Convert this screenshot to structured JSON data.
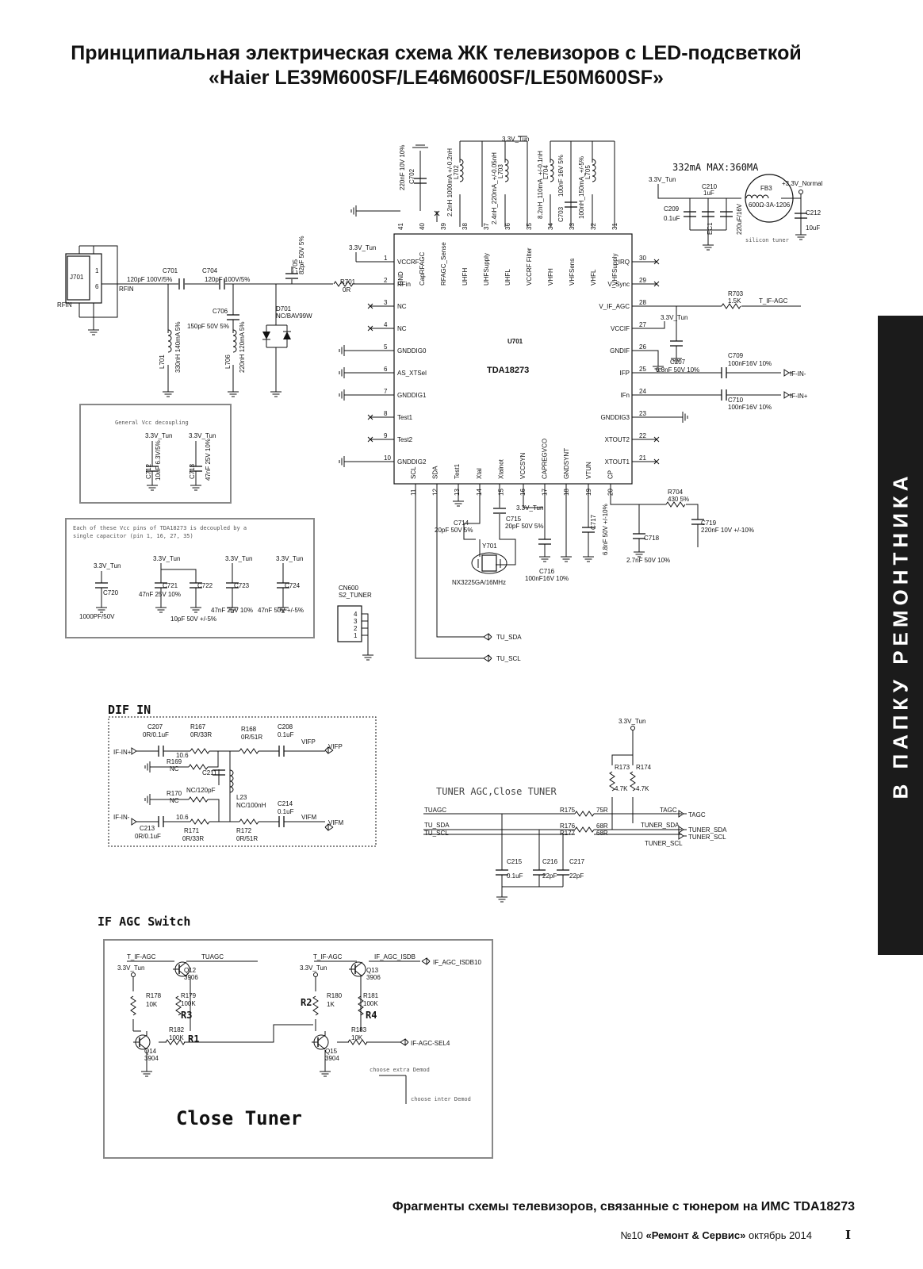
{
  "title_line1": "Принципиальная электрическая схема ЖК телевизоров с LED-подсветкой",
  "title_line2": "«Haier LE39M600SF/LE46M600SF/LE50M600SF»",
  "sidebar_text": "В ПАПКУ РЕМОНТНИКА",
  "caption": "Фрагменты схемы телевизоров, связанные с тюнером на ИМС TDA18273",
  "footer": {
    "prefix": "№10 ",
    "magazine": "«Ремонт & Сервис»",
    "date": " октябрь 2014"
  },
  "page_number": "I",
  "ic": {
    "ref": "U701",
    "part": "TDA18273",
    "left_pins": [
      {
        "num": "1",
        "name": "VCCRF"
      },
      {
        "num": "2",
        "name": "RFin"
      },
      {
        "num": "3",
        "name": "NC"
      },
      {
        "num": "4",
        "name": "NC"
      },
      {
        "num": "5",
        "name": "GNDDIG0"
      },
      {
        "num": "6",
        "name": "AS_XTSel"
      },
      {
        "num": "7",
        "name": "GNDDIG1"
      },
      {
        "num": "8",
        "name": "Test1"
      },
      {
        "num": "9",
        "name": "Test2"
      },
      {
        "num": "10",
        "name": "GNDDIG2"
      }
    ],
    "right_pins": [
      {
        "num": "30",
        "name": "IRQ"
      },
      {
        "num": "29",
        "name": "V_Sync"
      },
      {
        "num": "28",
        "name": "V_IF_AGC"
      },
      {
        "num": "27",
        "name": "VCCIF"
      },
      {
        "num": "26",
        "name": "GNDIF"
      },
      {
        "num": "25",
        "name": "IFP"
      },
      {
        "num": "24",
        "name": "IFn"
      },
      {
        "num": "23",
        "name": "GNDDIG3"
      },
      {
        "num": "22",
        "name": "XTOUT2"
      },
      {
        "num": "21",
        "name": "XTOUT1"
      }
    ],
    "top_pins": [
      {
        "num": "41",
        "name": "GND"
      },
      {
        "num": "40",
        "name": "CapRFAGC"
      },
      {
        "num": "39",
        "name": "RFAGC_Sense"
      },
      {
        "num": "38",
        "name": "UHFH"
      },
      {
        "num": "37",
        "name": "UHFSupply"
      },
      {
        "num": "36",
        "name": "UHFL"
      },
      {
        "num": "35",
        "name": "VCCRF Filter"
      },
      {
        "num": "34",
        "name": "VHFH"
      },
      {
        "num": "33",
        "name": "VHFSens"
      },
      {
        "num": "32",
        "name": "VHFL"
      },
      {
        "num": "31",
        "name": "VHFSupply"
      }
    ],
    "bottom_pins": [
      {
        "num": "11",
        "name": "SCL"
      },
      {
        "num": "12",
        "name": "SDA"
      },
      {
        "num": "13",
        "name": "Test1"
      },
      {
        "num": "14",
        "name": "Xtal"
      },
      {
        "num": "15",
        "name": "Xtalnot"
      },
      {
        "num": "16",
        "name": "VCCSYN"
      },
      {
        "num": "17",
        "name": "CAPREGVCO"
      },
      {
        "num": "18",
        "name": "GNDSYNT"
      },
      {
        "num": "19",
        "name": "VTUN"
      },
      {
        "num": "20",
        "name": "CP"
      }
    ]
  },
  "labels": {
    "pwr_note": "332mA MAX:360MA",
    "silicon": "silicon tuner",
    "rail_normal": "+3.3V_Normal",
    "tun": "3.3V_Tun",
    "c210": "C210",
    "c210v": "1uF",
    "fb3": "FB3",
    "fb3v": "600Ω-3A-1206",
    "c209": "C209",
    "c209v": "0.1uF",
    "ec1": "EC1",
    "ec1v": "220uF/16V",
    "c212": "C212",
    "c212v": "10uF",
    "c702": "C702",
    "c702v": "220nF 10V 10%",
    "l702": "L702",
    "l702v": "2.2nH 1000mA +/-0.2nH",
    "l703": "L703",
    "l703v": "2.4nH_220mA_+/-0.05nH",
    "l704": "L704",
    "l704v": "8.2nH_110mA_+/-0.1nH",
    "c703": "C703",
    "c703v": "100nF 16V 5%",
    "l705": "L705",
    "l705v": "100nH_150mA_+/-5%",
    "j701": "J701",
    "rfin": "RFIN",
    "rfin2": "RFIN",
    "c701": "C701",
    "c701v": "120pF 100V/5%",
    "c704": "C704",
    "c704v": "120pF 100V/5%",
    "c705": "C705",
    "c705v": "82pF 50V 5%",
    "r701": "R701",
    "r701v": "0R",
    "c706": "C706",
    "c706v": "150pF 50V 5%",
    "d701": "D701",
    "d701v": "NC/BAV99W",
    "l701": "L701",
    "l701v": "330nH 140mA 5%",
    "l706": "L706",
    "l706v": "220nH 120mA 5%",
    "r703": "R703",
    "r703v": "1.5K",
    "t_if_agc": "T_IF-AGC",
    "c707": "C707",
    "c708v": "6.8nF 50V 10%",
    "c709": "C709",
    "c709v": "100nF16V 10%",
    "c710": "C710",
    "c710v": "100nF16V 10%",
    "ifin_m": "IF-IN-",
    "ifin_p": "IF-IN+",
    "gvcc": "General Vcc decoupling",
    "c712": "C712",
    "c712v": "10uF 6.3V/5%",
    "c713": "C713",
    "c713v": "47nF 25V 10%",
    "note1": "Each of these Vcc pins of TDA18273 is decoupled by a",
    "note2": "single capacitor (pin 1, 16, 27, 35)",
    "c720": "C720",
    "c720v": "1000PF/50V",
    "c721": "C721",
    "c721v": "47nF 25V 10%",
    "c722": "C722",
    "c722v": "10pF 50V +/-5%",
    "c723": "C723",
    "c723v": "47nF 25V 10%",
    "c724": "C724",
    "c724v": "47nF 50V +/-5%",
    "cn600": "CN600",
    "cn600v": "S2_TUNER",
    "tu_sda": "TU_SDA",
    "tu_scl": "TU_SCL",
    "c714": "C714",
    "c714v": "20pF 50V 5%",
    "c715": "C715",
    "c715v": "20pF 50V 5%",
    "y701": "Y701",
    "y701v": "NX3225GA/16MHz",
    "c716": "C716",
    "c716v": "100nF16V 10%",
    "c717": "C717",
    "c717v": "6.8nF 50V +/-10%",
    "c718": "C718",
    "c718v": "2.7nF 50V 10%",
    "r704": "R704",
    "r704v": "430 5%",
    "c719": "C719",
    "c719v": "220nF 10V +/-10%",
    "dif": "DIF IN",
    "c207": "C207",
    "c207v": "0R/0.1uF",
    "r167": "R167",
    "r167v": "0R/33R",
    "r168": "R168",
    "r168v": "0R/51R",
    "c208": "C208",
    "c208v": "0.1uF",
    "vifp": "VIFP",
    "r169": "R169",
    "nc": "NC",
    "c211": "C211",
    "r170": "R170",
    "c211v": "NC/120pF",
    "l23": "L23",
    "l23v": "NC/100nH",
    "c214": "C214",
    "c214v": "0.1uF",
    "vifm": "VIFM",
    "c213": "C213",
    "c213v": "0R/0.1uF",
    "r171": "R171",
    "r171v": "0R/33R",
    "r172": "R172",
    "r172v": "0R/51R",
    "v106": "10.6",
    "agc_title": "TUNER AGC,Close TUNER",
    "tuagc": "TUAGC",
    "tagc": "TAGC",
    "r173": "R173",
    "r174": "R174",
    "r47k": "4.7K",
    "r175": "R175",
    "r175v": "75R",
    "r176": "R176",
    "r176v": "68R",
    "r177": "R177",
    "r177v": "68R",
    "tuner_sda": "TUNER_SDA",
    "tuner_scl": "TUNER_SCL",
    "c215": "C215",
    "c215v": "0.1uF",
    "c216": "C216",
    "c216v": "22pF",
    "c217": "C217",
    "c217v": "22pF",
    "ifsw": "IF AGC Switch",
    "if_agc_isdb": "IF_AGC_ISDB",
    "if_agc_isdb10": "IF_AGC_ISDB10",
    "q12": "Q12",
    "q12v": "3906",
    "q13": "Q13",
    "q13v": "3906",
    "q14": "Q14",
    "q14v": "3904",
    "q15": "Q15",
    "q15v": "3904",
    "r178": "R178",
    "r178v": "10K",
    "r179": "R179",
    "r179v": "100K",
    "r180": "R180",
    "r180v": "1K",
    "r181": "R181",
    "r181v": "100K",
    "r182": "R182",
    "r182v": "100K",
    "r183": "R183",
    "r183v": "10K",
    "big_r1": "R1",
    "big_r2": "R2",
    "big_r3": "R3",
    "big_r4": "R4",
    "if_agc_sel": "IF-AGC-SEL4",
    "choose_extra": "choose extra Demod",
    "choose_inter": "choose inter Demod",
    "close_tuner": "Close Tuner"
  }
}
